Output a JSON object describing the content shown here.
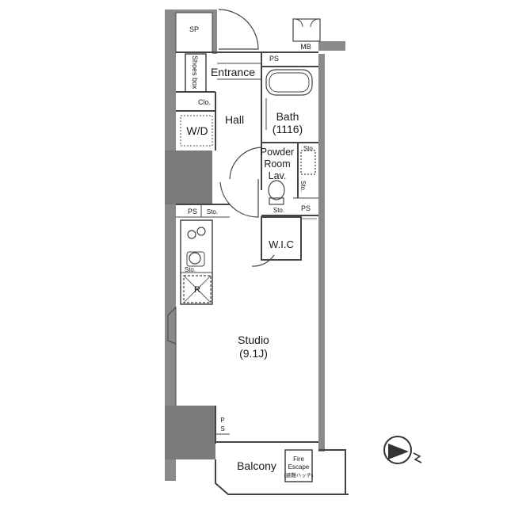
{
  "colors": {
    "wall": "#8a8a8a",
    "wall_dark": "#7a7a7a",
    "line": "#444444",
    "background": "#ffffff"
  },
  "labels": {
    "sp": "SP",
    "mb": "MB",
    "ps_top": "PS",
    "shoes_box": "Shoes box",
    "entrance": "Entrance",
    "clo": "Clo.",
    "hall": "Hall",
    "wd": "W/D",
    "bath": "Bath",
    "bath_size": "(1116)",
    "powder": "Powder",
    "room": "Room",
    "lav": "Lav.",
    "sto_bath": "Sto.",
    "sto_lav": "Sto.",
    "sto_toilet": "Sto.",
    "ps_right": "PS",
    "ps_kitchen": "PS",
    "sto_kitchen": "Sto.",
    "sto_sink": "Sto.",
    "wic": "W.I.C",
    "fridge": "R",
    "studio": "Studio",
    "studio_size": "(9.1J)",
    "ps_bottom_p": "P",
    "ps_bottom_s": "S",
    "balcony": "Balcony",
    "fire": "Fire",
    "escape": "Escape",
    "escape_jp": "(避難ハッチ)"
  },
  "icons": {
    "compass": "north-arrow-icon"
  }
}
